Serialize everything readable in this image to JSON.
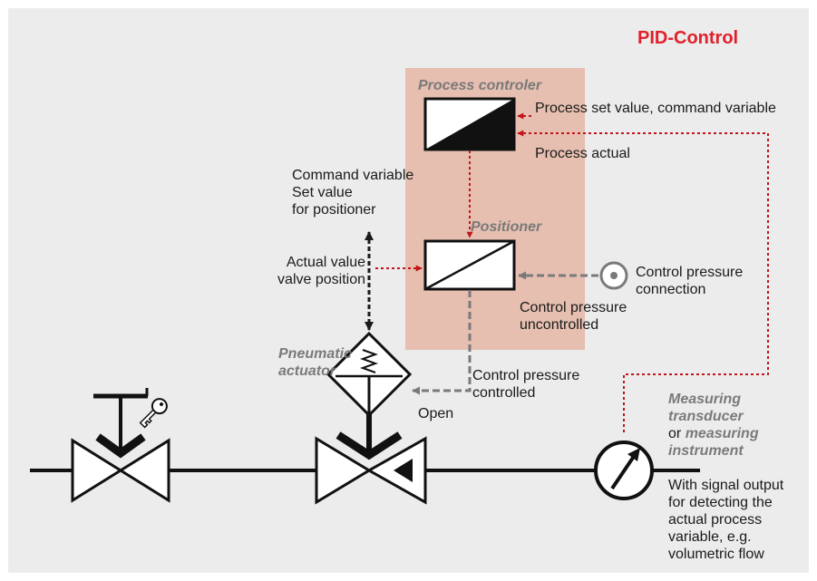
{
  "title": "PID-Control",
  "colors": {
    "background": "#ececec",
    "process_panel": "#e6bfb0",
    "signal_red": "#c0161c",
    "pressure_gray": "#7a7a7a",
    "title_red": "#e0202a"
  },
  "blocks": {
    "process_controller_label": "Process controler",
    "positioner_label": "Positioner",
    "pneumatic_actuator_label": [
      "Pneumatic",
      "actuator"
    ],
    "measuring_label": {
      "line1": "Measuring",
      "line2": "transducer",
      "line3_or": "or",
      "line3_measuring": "measuring",
      "line4": "instrument"
    }
  },
  "signals": {
    "process_set_value": "Process set value, command variable",
    "process_actual": "Process actual",
    "command_variable": [
      "Command variable",
      "Set value",
      "for positioner"
    ],
    "actual_value_bold": "Actual value",
    "actual_value_sub": "valve position",
    "control_pressure_connection": [
      "Control pressure",
      "connection"
    ],
    "control_pressure_uncontrolled": [
      "Control pressure",
      "uncontrolled"
    ],
    "control_pressure_controlled": [
      "Control pressure",
      "controlled"
    ],
    "open": "Open",
    "signal_output_note": [
      "With signal output",
      "for detecting the",
      "actual process",
      "variable, e.g.",
      "volumetric flow"
    ]
  },
  "icons": [
    "manual-valve-icon",
    "key-icon",
    "control-valve-icon",
    "pneumatic-actuator-icon",
    "measuring-instrument-icon",
    "pressure-connection-icon"
  ]
}
